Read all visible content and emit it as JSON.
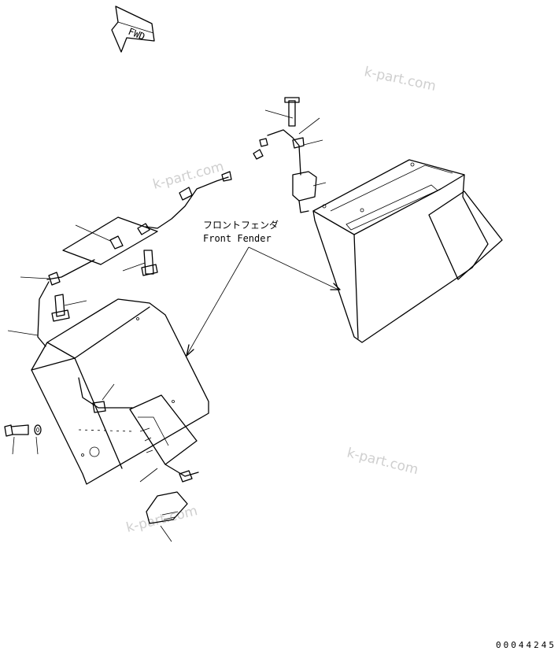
{
  "direction_marker": {
    "text": "FWD"
  },
  "callout": {
    "jp": "フロントフェンダ",
    "en": "Front Fender"
  },
  "watermarks": [
    "k-part.com",
    "k-part.com",
    "k-part.com",
    "k-part.com"
  ],
  "drawing_code": "00044245"
}
